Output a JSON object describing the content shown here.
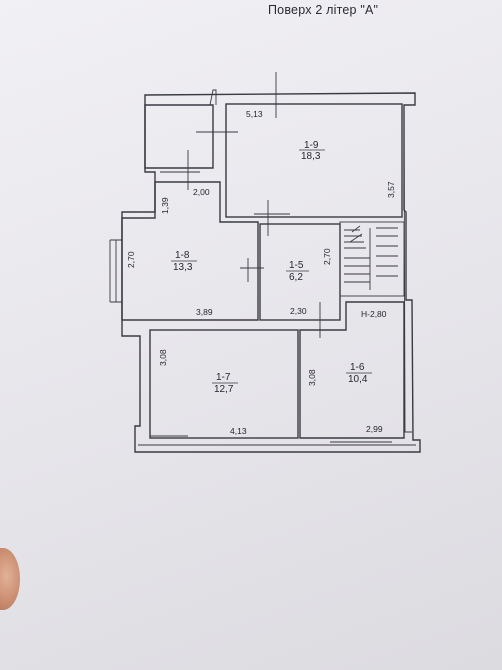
{
  "title": "Поверх 2 літер \"А\"",
  "rooms": [
    {
      "id": "1-9",
      "area": "18,3"
    },
    {
      "id": "1-8",
      "area": "13,3"
    },
    {
      "id": "1-5",
      "area": "6,2"
    },
    {
      "id": "1-7",
      "area": "12,7"
    },
    {
      "id": "1-6",
      "area": "10,4"
    }
  ],
  "dimensions": {
    "d1": "5,13",
    "d2": "3,57",
    "d3": "2,00",
    "d4": "1,39",
    "d5": "2,70",
    "d6": "2,70",
    "d7": "3,89",
    "d8": "2,30",
    "d9": "H-2,80",
    "d10": "3,08",
    "d11": "3,08",
    "d12": "4,13",
    "d13": "2,99"
  },
  "colors": {
    "paper": "#eceaf0",
    "ink": "#3a3a42"
  }
}
